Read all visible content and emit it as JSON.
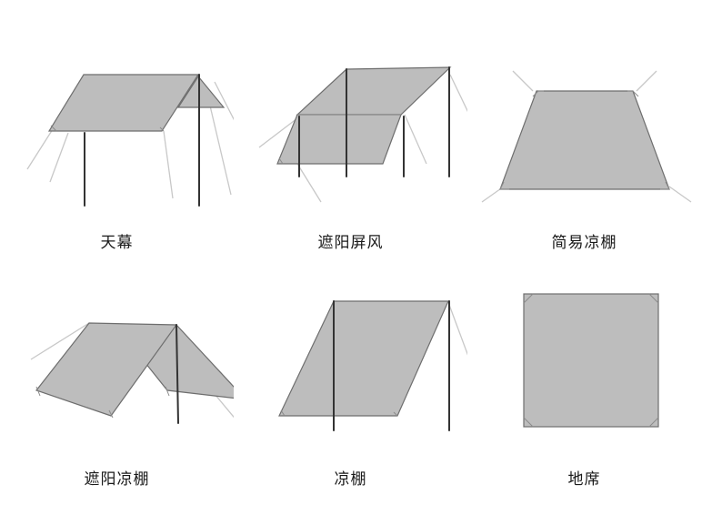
{
  "items": [
    {
      "label": "天幕"
    },
    {
      "label": "遮阳屏风"
    },
    {
      "label": "简易凉棚"
    },
    {
      "label": "遮阳凉棚"
    },
    {
      "label": "凉棚"
    },
    {
      "label": "地席"
    }
  ]
}
